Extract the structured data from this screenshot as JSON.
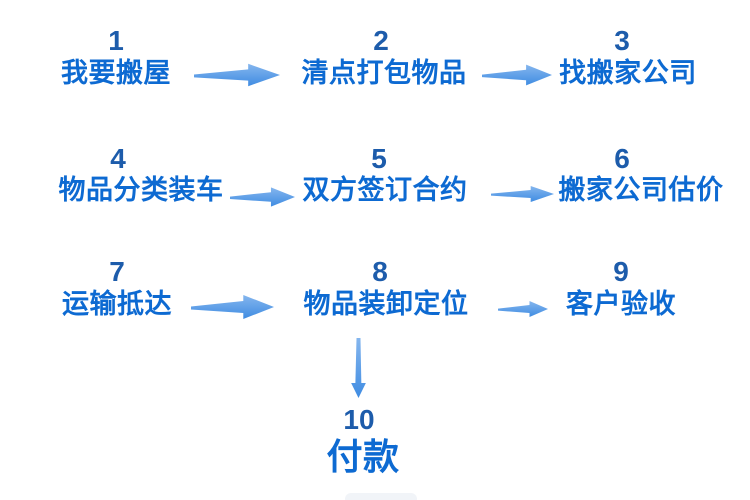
{
  "colors": {
    "background": "#ffffff",
    "step-number": "#1d5cab",
    "step-label": "#0d6ad2",
    "arrow": "#3f8ce2",
    "arrow-light": "#85b6ee"
  },
  "flowchart": {
    "steps": [
      {
        "number": "1",
        "label": "我要搬屋"
      },
      {
        "number": "2",
        "label": "清点打包物品"
      },
      {
        "number": "3",
        "label": "找搬家公司"
      },
      {
        "number": "4",
        "label": "物品分类装车"
      },
      {
        "number": "5",
        "label": "双方签订合约"
      },
      {
        "number": "6",
        "label": "搬家公司估价"
      },
      {
        "number": "7",
        "label": "运输抵达"
      },
      {
        "number": "8",
        "label": "物品装卸定位"
      },
      {
        "number": "9",
        "label": "客户验收"
      },
      {
        "number": "10",
        "label": "付款"
      }
    ],
    "connections": [
      {
        "from": "1",
        "to": "2",
        "direction": "right"
      },
      {
        "from": "2",
        "to": "3",
        "direction": "right"
      },
      {
        "from": "4",
        "to": "5",
        "direction": "right"
      },
      {
        "from": "5",
        "to": "6",
        "direction": "right"
      },
      {
        "from": "7",
        "to": "8",
        "direction": "right"
      },
      {
        "from": "8",
        "to": "9",
        "direction": "right"
      },
      {
        "from": "8",
        "to": "10",
        "direction": "down"
      }
    ]
  }
}
